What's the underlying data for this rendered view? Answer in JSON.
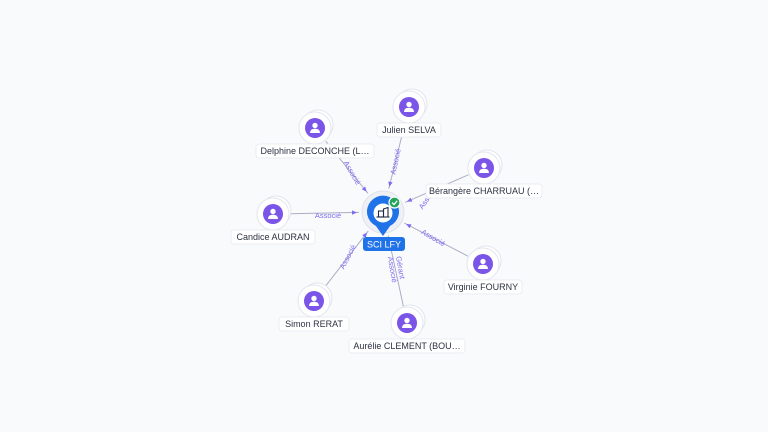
{
  "company": {
    "label": "SCI LFY",
    "icon": "building-icon",
    "verified_icon": "check-badge-icon"
  },
  "people": [
    {
      "label": "Julien SELVA",
      "relations": [
        "Associé"
      ]
    },
    {
      "label": "Delphine DECONCHE (L…",
      "relations": [
        "Associé"
      ]
    },
    {
      "label": "Bérangère CHARRUAU (…",
      "relations": [
        "Associé"
      ]
    },
    {
      "label": "Candice AUDRAN",
      "relations": [
        "Associé"
      ]
    },
    {
      "label": "Virginie FOURNY",
      "relations": [
        "Associé"
      ]
    },
    {
      "label": "Simon RERAT",
      "relations": [
        "Associé"
      ]
    },
    {
      "label": "Aurélie CLEMENT (BOU…",
      "relations": [
        "Gérant",
        "Associé"
      ]
    }
  ],
  "colors": {
    "person": "#7b54e8",
    "company": "#1f72e8",
    "verified": "#23a55a",
    "relation_text": "#7a6cf0"
  }
}
